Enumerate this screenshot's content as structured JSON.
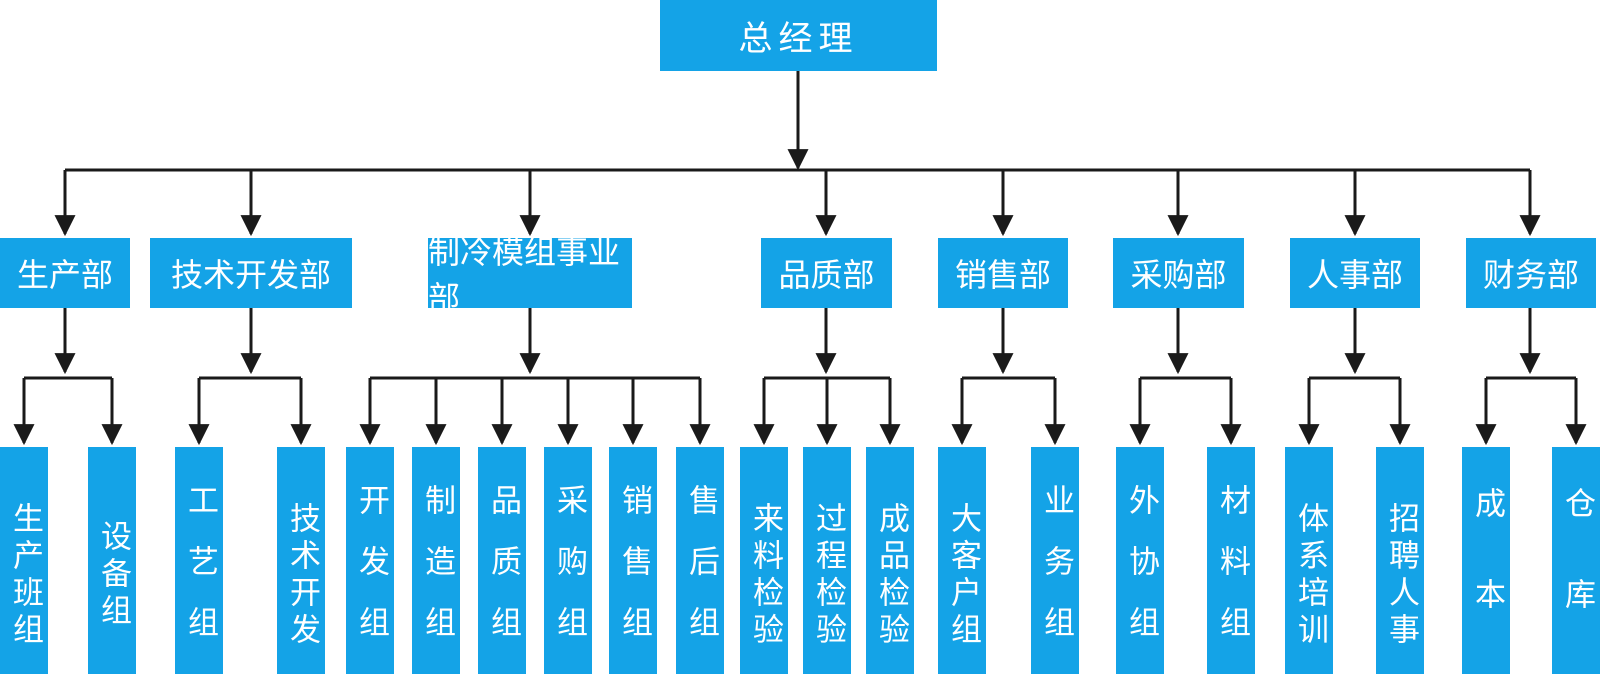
{
  "org": {
    "top": "总经理",
    "departments": [
      {
        "name": "生产部",
        "teams": [
          "生产班组",
          "设备组"
        ]
      },
      {
        "name": "技术开发部",
        "teams": [
          "工艺组",
          "技术开发"
        ]
      },
      {
        "name": "制冷模组事业部",
        "teams": [
          "开发组",
          "制造组",
          "品质组",
          "采购组",
          "销售组",
          "售后组"
        ]
      },
      {
        "name": "品质部",
        "teams": [
          "来料检验",
          "过程检验",
          "成品检验"
        ]
      },
      {
        "name": "销售部",
        "teams": [
          "大客户组",
          "业务组"
        ]
      },
      {
        "name": "采购部",
        "teams": [
          "外协组",
          "材料组"
        ]
      },
      {
        "name": "人事部",
        "teams": [
          "体系培训",
          "招聘人事"
        ]
      },
      {
        "name": "财务部",
        "teams": [
          "成本",
          "仓库"
        ]
      }
    ]
  },
  "colors": {
    "box": "#14a3e7",
    "line": "#1a1a1a",
    "text": "#ffffff"
  }
}
